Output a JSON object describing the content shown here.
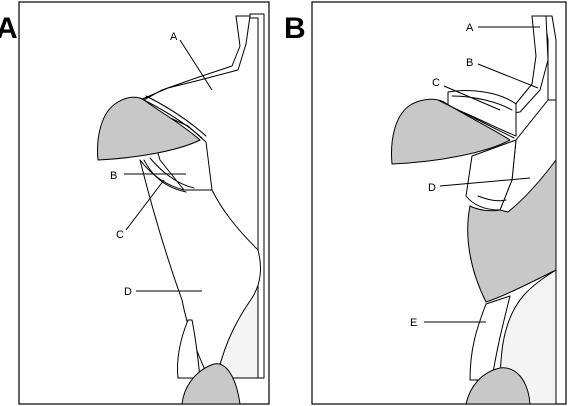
{
  "colors": {
    "gray": "#c8c8c8",
    "light": "#f4f4f4",
    "line": "#000000",
    "background": "#ffffff"
  },
  "panels": [
    {
      "letter": "A",
      "labels": [
        "A",
        "B",
        "C",
        "D"
      ]
    },
    {
      "letter": "B",
      "labels": [
        "A",
        "B",
        "C",
        "D",
        "E"
      ]
    }
  ]
}
